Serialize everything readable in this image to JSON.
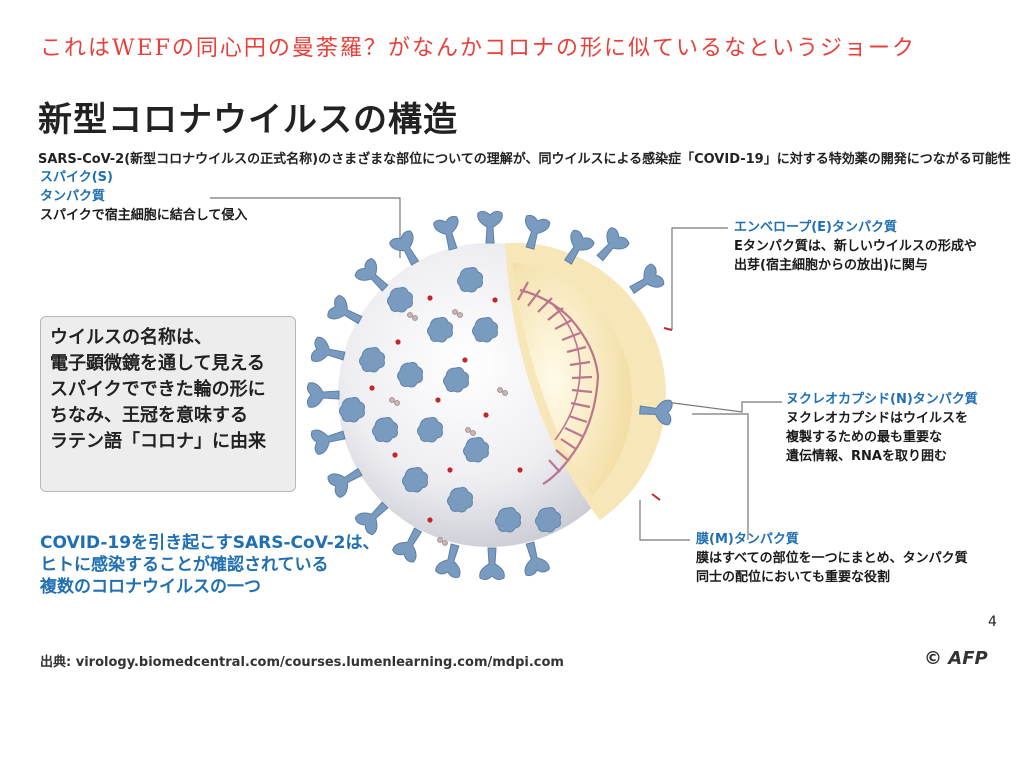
{
  "handnote": "これはWEFの同心円の曼荼羅？がなんかコロナの形に似ているなというジョーク",
  "title": "新型コロナウイルスの構造",
  "subtitle": "SARS-CoV-2(新型コロナウイルスの正式名称)のさまざまな部位についての理解が、同ウイルスによる感染症「COVID-19」に対する特効薬の開発につながる可能性",
  "labels": {
    "spike": {
      "heading1": "スパイク(S)",
      "heading2": "タンパク質",
      "desc": "スパイクで宿主細胞に結合して侵入"
    },
    "envelope": {
      "heading": "エンベロープ(E)タンパク質",
      "desc1": "Eタンパク質は、新しいウイルスの形成や",
      "desc2": "出芽(宿主細胞からの放出)に関与"
    },
    "nucleocapsid": {
      "heading": "ヌクレオカプシド(N)タンパク質",
      "desc1": "ヌクレオカプシドはウイルスを",
      "desc2": "複製するための最も重要な",
      "desc3": "遺伝情報、RNAを取り囲む"
    },
    "membrane": {
      "heading": "膜(M)タンパク質",
      "desc1": "膜はすべての部位を一つにまとめ、タンパク質",
      "desc2": "同士の配位においても重要な役割"
    }
  },
  "infobox": {
    "line1": "ウイルスの名称は、",
    "line2": "電子顕微鏡を通して見える",
    "line3": "スパイクでできた輪の形に",
    "line4": "ちなみ、王冠を意味する",
    "line5": "ラテン語「コロナ」に由来"
  },
  "covid_note": {
    "line1": "COVID-19を引き起こすSARS-CoV-2は、",
    "line2": "ヒトに感染することが確認されている",
    "line3": "複数のコロナウイルスの一つ"
  },
  "source": "出典: virology.biomedcentral.com/courses.lumenlearning.com/mdpi.com",
  "page_number": "4",
  "credit": "© AFP",
  "colors": {
    "spike": "#7a9bc0",
    "accent_blue": "#1f6fb2",
    "envelope": "#f3dfaa",
    "rna": "#b56a86",
    "red_dot": "#c0282b",
    "handnote": "#e8413b"
  }
}
